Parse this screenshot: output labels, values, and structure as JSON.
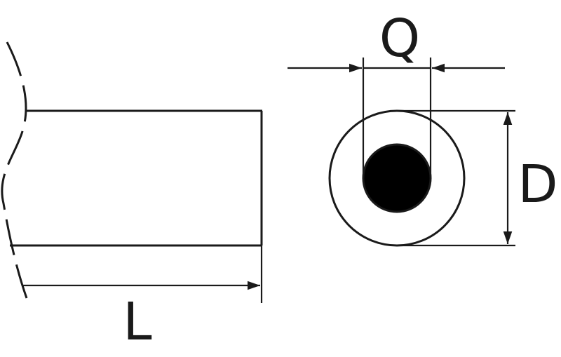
{
  "labels": {
    "length": "L",
    "inner_diameter": "Q",
    "outer_diameter": "D"
  },
  "colors": {
    "line": "#1a1a1a",
    "core": "#000000",
    "background": "#ffffff"
  }
}
